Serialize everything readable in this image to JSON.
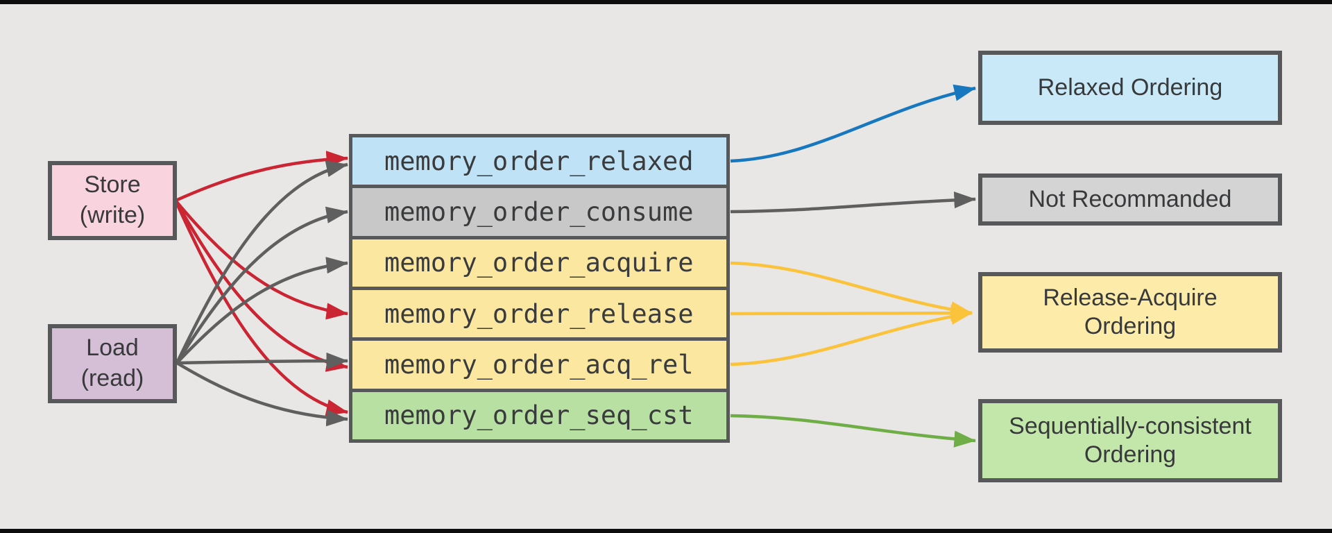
{
  "diagram": {
    "title_semantic": "C++ memory order mapping diagram",
    "colors": {
      "background": "#e8e7e5",
      "frame": "#0d0d0d",
      "box_border": "#57585a",
      "text": "#38393b",
      "arrow_red": "#cb2433",
      "arrow_gray": "#5f5f5f",
      "arrow_blue": "#1878bf",
      "arrow_yellow": "#fbc33c",
      "arrow_green": "#6fae46"
    },
    "sources": [
      {
        "id": "store",
        "line1": "Store",
        "line2": "(write)",
        "fill": "#f9d3de"
      },
      {
        "id": "load",
        "line1": "Load",
        "line2": "(read)",
        "fill": "#d5bfd7"
      }
    ],
    "orders": [
      {
        "id": "relaxed",
        "label": "memory_order_relaxed",
        "fill": "#bfe2f6"
      },
      {
        "id": "consume",
        "label": "memory_order_consume",
        "fill": "#c8c8c8"
      },
      {
        "id": "acquire",
        "label": "memory_order_acquire",
        "fill": "#fbe7a0"
      },
      {
        "id": "release",
        "label": "memory_order_release",
        "fill": "#fbe7a0"
      },
      {
        "id": "acq_rel",
        "label": "memory_order_acq_rel",
        "fill": "#fbe7a0"
      },
      {
        "id": "seq_cst",
        "label": "memory_order_seq_cst",
        "fill": "#b9e0a3"
      }
    ],
    "outcomes": [
      {
        "id": "relaxed-ordering",
        "lines": [
          "Relaxed Ordering"
        ],
        "fill": "#c9e8f8"
      },
      {
        "id": "not-recommanded",
        "lines": [
          "Not Recommanded"
        ],
        "fill": "#d4d4d4"
      },
      {
        "id": "release-acquire-ordering",
        "lines": [
          "Release-Acquire",
          "Ordering"
        ],
        "fill": "#fdeca9"
      },
      {
        "id": "sequentially-consistent-ordering",
        "lines": [
          "Sequentially-consistent",
          "Ordering"
        ],
        "fill": "#c3e6ab"
      }
    ],
    "edges_left": [
      {
        "from": "store",
        "to": "relaxed",
        "color": "#cb2433"
      },
      {
        "from": "store",
        "to": "release",
        "color": "#cb2433"
      },
      {
        "from": "store",
        "to": "acq_rel",
        "color": "#cb2433"
      },
      {
        "from": "store",
        "to": "seq_cst",
        "color": "#cb2433"
      },
      {
        "from": "load",
        "to": "relaxed",
        "color": "#5f5f5f"
      },
      {
        "from": "load",
        "to": "consume",
        "color": "#5f5f5f"
      },
      {
        "from": "load",
        "to": "acquire",
        "color": "#5f5f5f"
      },
      {
        "from": "load",
        "to": "acq_rel",
        "color": "#5f5f5f"
      },
      {
        "from": "load",
        "to": "seq_cst",
        "color": "#5f5f5f"
      }
    ],
    "edges_right": [
      {
        "from": "relaxed",
        "to": "relaxed-ordering",
        "color": "#1878bf"
      },
      {
        "from": "consume",
        "to": "not-recommanded",
        "color": "#5f5f5f"
      },
      {
        "from": "acquire",
        "to": "release-acquire-ordering",
        "color": "#fbc33c"
      },
      {
        "from": "release",
        "to": "release-acquire-ordering",
        "color": "#fbc33c"
      },
      {
        "from": "acq_rel",
        "to": "release-acquire-ordering",
        "color": "#fbc33c"
      },
      {
        "from": "seq_cst",
        "to": "sequentially-consistent-ordering",
        "color": "#6fae46"
      }
    ]
  }
}
